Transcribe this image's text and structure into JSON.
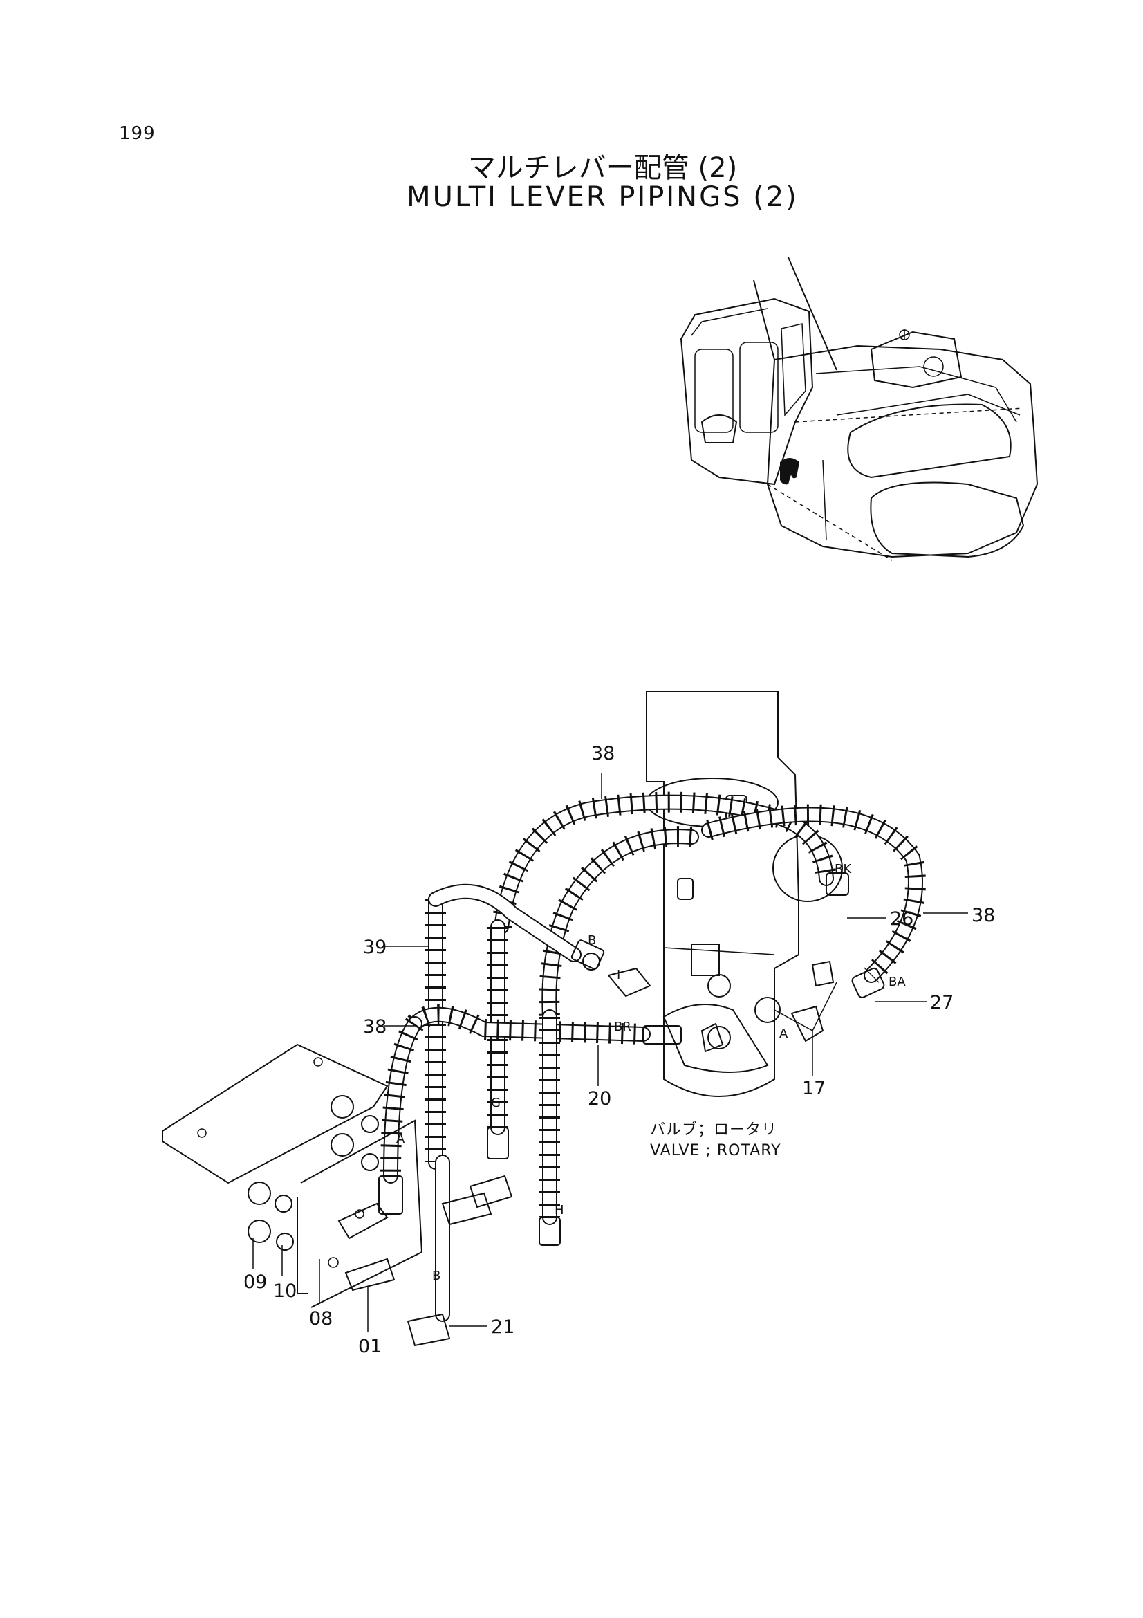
{
  "page": {
    "number": "199"
  },
  "title": {
    "jp": "マルチレバー配管 (2)",
    "en": "MULTI LEVER PIPINGS (2)"
  },
  "diagram": {
    "part_numbers": [
      "38",
      "38",
      "39",
      "38",
      "26",
      "27",
      "20",
      "17",
      "09",
      "10",
      "08",
      "01",
      "21"
    ],
    "port_labels": [
      "B",
      "BK",
      "BR",
      "BA",
      "A",
      "G",
      "A",
      "H",
      "B",
      "I"
    ],
    "component_caption": {
      "jp": "バルブ；ロータリ",
      "en": "VALVE ; ROTARY"
    }
  }
}
